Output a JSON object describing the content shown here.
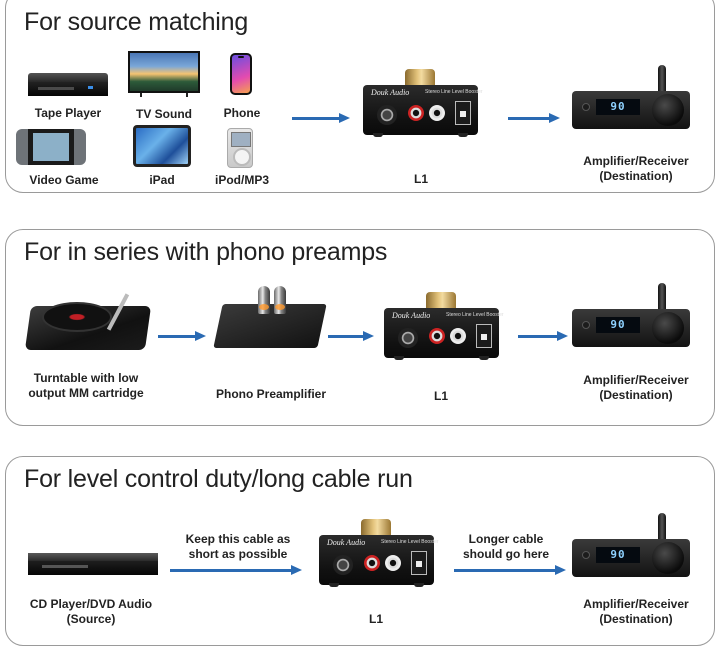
{
  "panels": [
    {
      "title": "For source matching",
      "sources": [
        {
          "label": "Tape Player",
          "icon": "tape-player-icon"
        },
        {
          "label": "TV Sound",
          "icon": "tv-icon"
        },
        {
          "label": "Phone",
          "icon": "phone-icon"
        },
        {
          "label": "Video Game",
          "icon": "game-console-icon"
        },
        {
          "label": "iPad",
          "icon": "tablet-icon"
        },
        {
          "label": "iPod/MP3",
          "icon": "mp3-player-icon"
        }
      ],
      "booster": {
        "label": "L1"
      },
      "destination": {
        "label_line1": "Amplifier/Receiver",
        "label_line2": "(Destination)"
      }
    },
    {
      "title": "For in series with phono preamps",
      "turntable": {
        "label_line1": "Turntable with low",
        "label_line2": "output MM cartridge"
      },
      "preamp": {
        "label": "Phono Preamplifier"
      },
      "booster": {
        "label": "L1"
      },
      "destination": {
        "label_line1": "Amplifier/Receiver",
        "label_line2": "(Destination)"
      }
    },
    {
      "title": "For level control duty/long cable run",
      "source": {
        "label_line1": "CD Player/DVD Audio",
        "label_line2": "(Source)"
      },
      "short_cable_note": {
        "line1": "Keep this cable as",
        "line2": "short as possible"
      },
      "booster": {
        "label": "L1"
      },
      "long_cable_note": {
        "line1": "Longer cable",
        "line2": "should go here"
      },
      "destination": {
        "label_line1": "Amplifier/Receiver",
        "label_line2": "(Destination)"
      }
    }
  ],
  "device_text": {
    "booster_brand": "Douk Audio",
    "booster_model": "Stereo Line Level Booster",
    "amp_display": "90"
  },
  "colors": {
    "arrow": "#2a6ab3",
    "border": "#9a9a9a"
  }
}
